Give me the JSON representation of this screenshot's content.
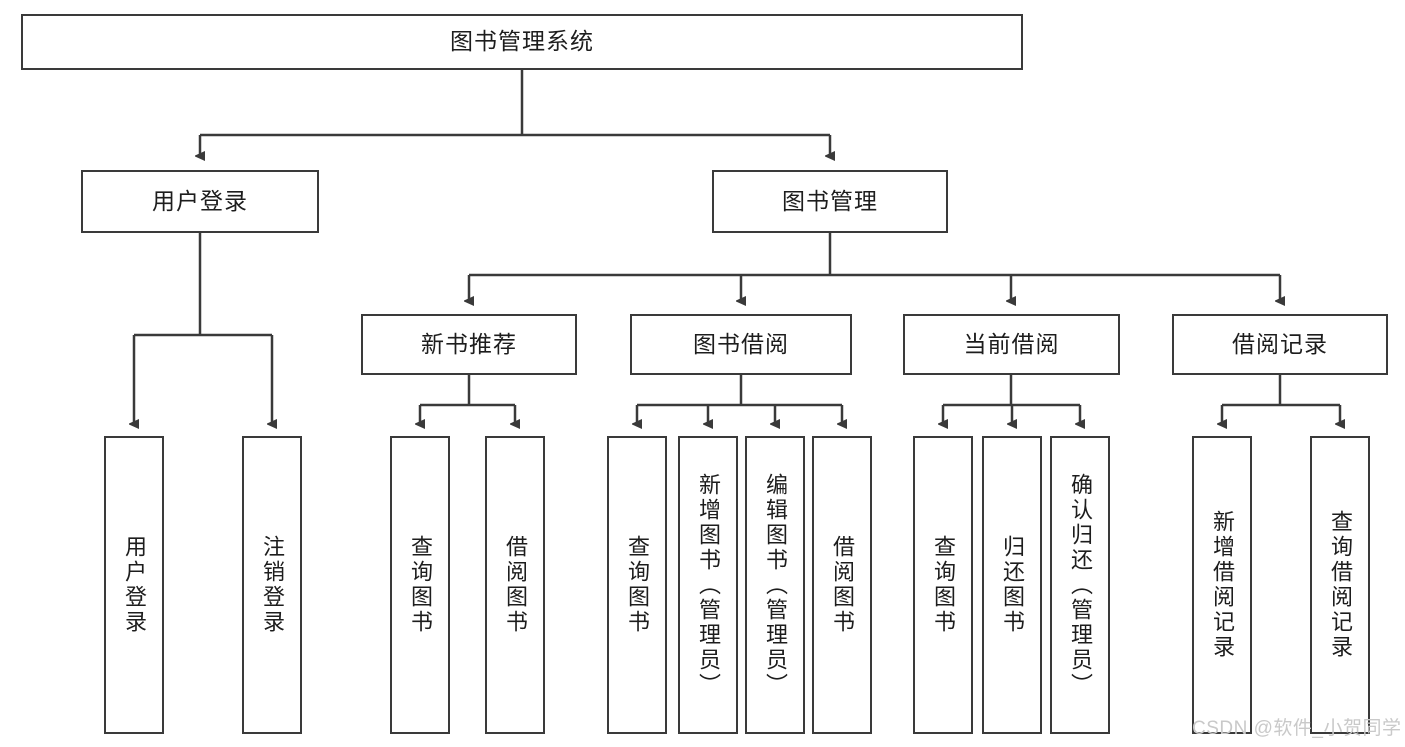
{
  "diagram": {
    "title": "图书管理系统",
    "type": "hierarchy-tree",
    "root": {
      "label": "图书管理系统"
    },
    "level2": [
      {
        "label": "用户登录"
      },
      {
        "label": "图书管理"
      }
    ],
    "level3": [
      {
        "label": "新书推荐",
        "parent": "图书管理"
      },
      {
        "label": "图书借阅",
        "parent": "图书管理"
      },
      {
        "label": "当前借阅",
        "parent": "图书管理"
      },
      {
        "label": "借阅记录",
        "parent": "图书管理"
      }
    ],
    "leaves": {
      "user_login": [
        {
          "label": "用户登录"
        },
        {
          "label": "注销登录"
        }
      ],
      "new_book_recommend": [
        {
          "label": "查询图书"
        },
        {
          "label": "借阅图书"
        }
      ],
      "book_borrow": [
        {
          "label": "查询图书"
        },
        {
          "label": "新增图书（管理员）"
        },
        {
          "label": "编辑图书（管理员）"
        },
        {
          "label": "借阅图书"
        }
      ],
      "current_borrow": [
        {
          "label": "查询图书"
        },
        {
          "label": "归还图书"
        },
        {
          "label": "确认归还（管理员）"
        }
      ],
      "borrow_record": [
        {
          "label": "新增借阅记录"
        },
        {
          "label": "查询借阅记录"
        }
      ]
    }
  },
  "watermark": {
    "text": "CSDN @软件_小贺同学"
  },
  "colors": {
    "stroke": "#3a3a3a",
    "box_fill": "#ffffff",
    "text": "#1d1d1d",
    "watermark": "#c9c9c9",
    "background": "#ffffff"
  }
}
